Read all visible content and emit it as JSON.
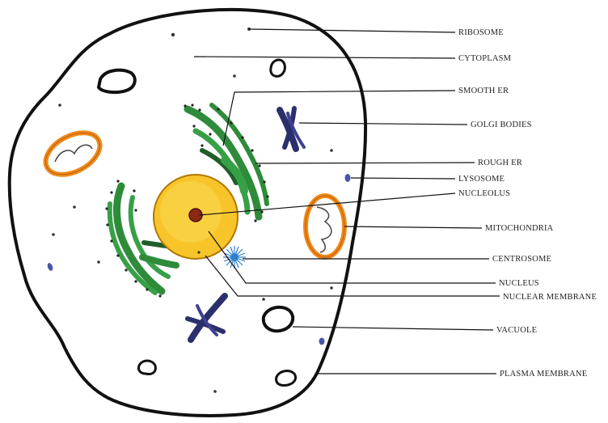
{
  "diagram": {
    "labels": {
      "ribosome": "RIBOSOME",
      "cytoplasm": "CYTOPLASM",
      "smooth_er": "SMOOTH ER",
      "golgi_bodies": "GOLGI BODIES",
      "rough_er": "ROUGH ER",
      "lysosome": "LYSOSOME",
      "nucleolus": "NUCLEOLUS",
      "mitochondria": "MITOCHONDRIA",
      "centrosome": "CENTROSOME",
      "nucleus": "NUCLEUS",
      "nuclear_membrane": "NUCLEAR MEMBRANE",
      "vacuole": "VACUOLE",
      "plasma_membrane": "PLASMA MEMBRANE"
    },
    "colors": {
      "membrane": "#111111",
      "nucleus_fill": "#f7c52a",
      "nucleolus_fill": "#8b2a10",
      "er_green": "#2e8b3a",
      "er_dark": "#1f5e28",
      "golgi": "#2b2f6b",
      "mito_orange": "#f08a1c",
      "centrosome": "#2f7fd1",
      "lysosome": "#4a55a8"
    }
  }
}
